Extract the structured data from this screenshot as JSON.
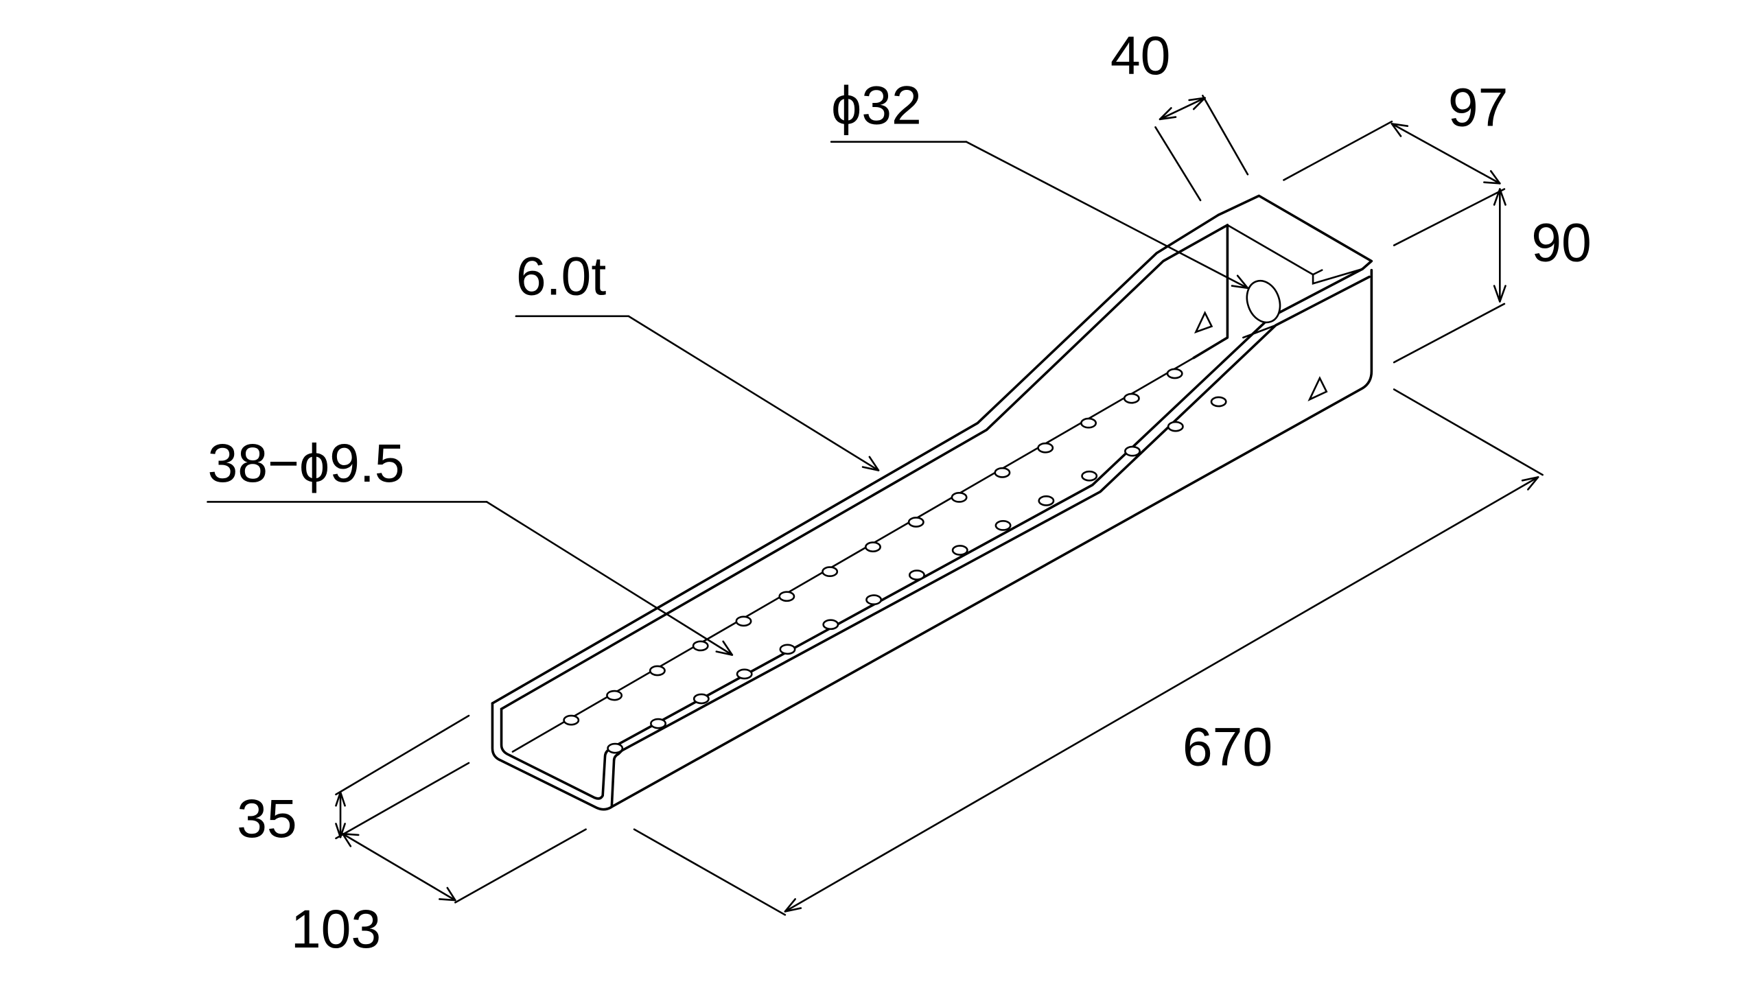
{
  "diagram": {
    "labels": {
      "width_top": "40",
      "bore": "ϕ32",
      "depth_top": "97",
      "height_top": "90",
      "thickness": "6.0t",
      "holes": "38−ϕ9.5",
      "length": "670",
      "height_bottom": "35",
      "width_bottom": "103"
    },
    "colors": {
      "stroke": "#000000",
      "background": "#ffffff"
    }
  }
}
